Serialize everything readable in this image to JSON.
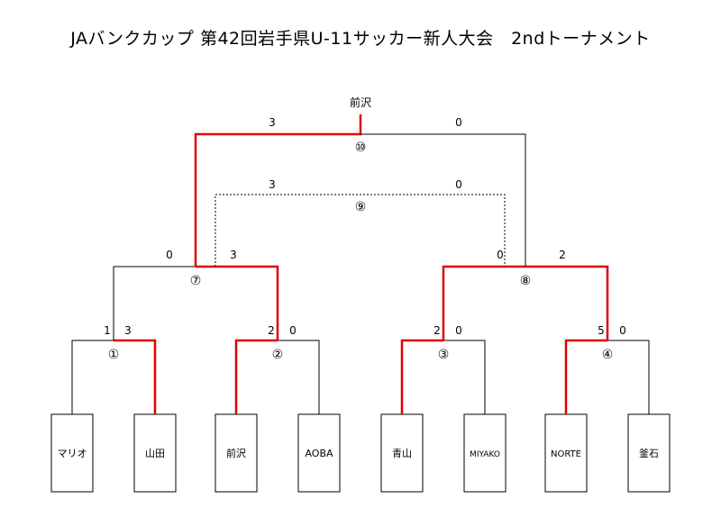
{
  "title": "JAバンクカップ 第42回岩手県U-11サッカー新人大会　2ndトーナメント",
  "winner": "前沢",
  "teams": [
    "マリオ",
    "山田",
    "前沢",
    "AOBA",
    "青山",
    "MIYAKO",
    "NORTE",
    "釜石"
  ],
  "matches": {
    "m1": {
      "label": "①",
      "score_left": "1",
      "score_right": "3"
    },
    "m2": {
      "label": "②",
      "score_left": "2",
      "score_right": "0"
    },
    "m3": {
      "label": "③",
      "score_left": "2",
      "score_right": "0"
    },
    "m4": {
      "label": "④",
      "score_left": "5",
      "score_right": "0"
    },
    "m7": {
      "label": "⑦",
      "score_left": "0",
      "score_right": "3"
    },
    "m8": {
      "label": "⑧",
      "score_left": "0",
      "score_right": "2"
    },
    "m9": {
      "label": "⑨",
      "score_left": "3",
      "score_right": "0"
    },
    "m10": {
      "label": "⑩",
      "score_left": "3",
      "score_right": "0"
    }
  }
}
